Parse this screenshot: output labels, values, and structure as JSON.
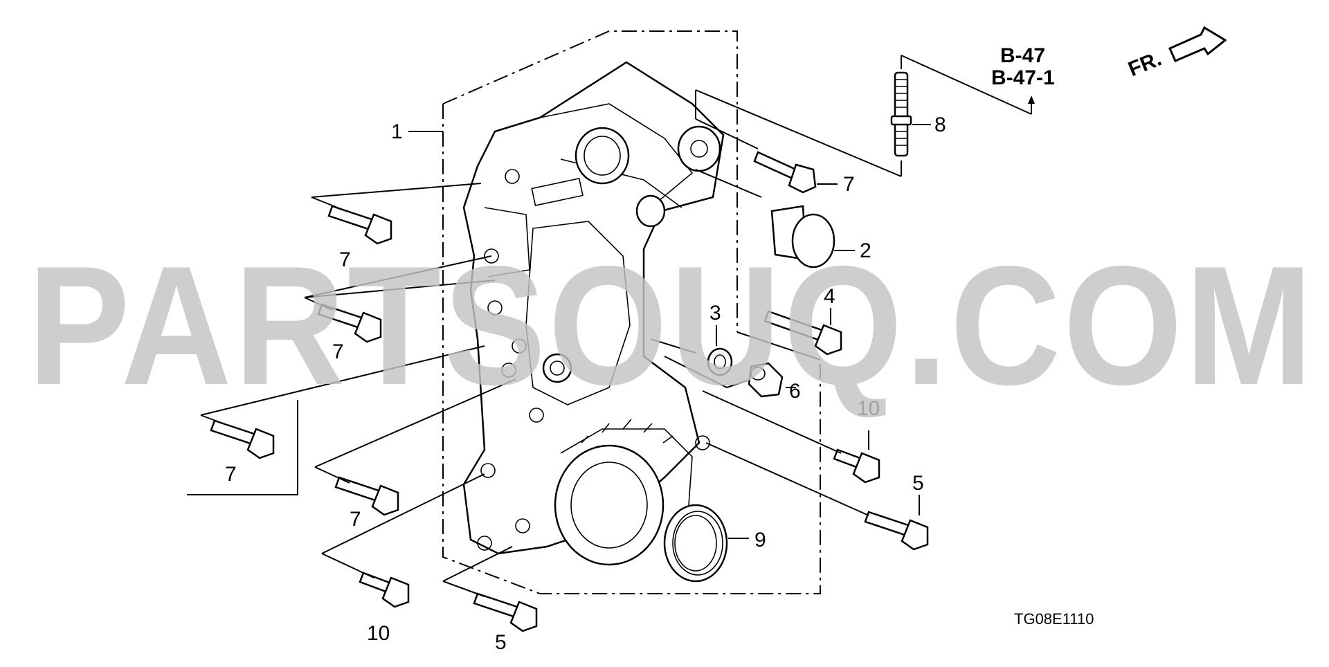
{
  "diagram": {
    "code": "TG08E1110",
    "front_label": "FR.",
    "ref_codes": [
      "B-47",
      "B-47-1"
    ],
    "watermark": "PARTSOUQ.COM",
    "callouts": {
      "c1": "1",
      "c2": "2",
      "c3": "3",
      "c4": "4",
      "c5a": "5",
      "c5b": "5",
      "c6": "6",
      "c7a": "7",
      "c7b": "7",
      "c7c": "7",
      "c7d": "7",
      "c7e": "7",
      "c8": "8",
      "c9": "9",
      "c10a": "10",
      "c10b": "10"
    }
  }
}
